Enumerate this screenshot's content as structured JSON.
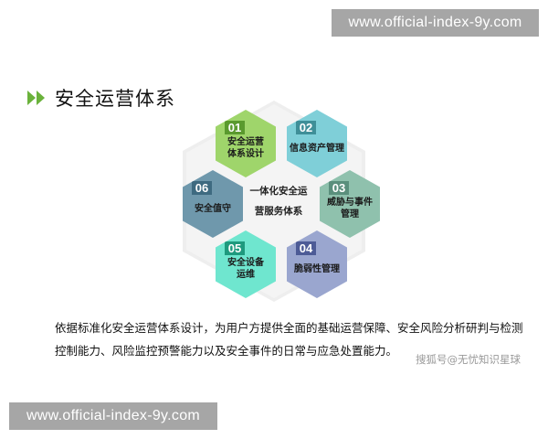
{
  "watermarks": {
    "top": "www.official-index-9y.com",
    "bottom": "www.official-index-9y.com"
  },
  "section": {
    "icon": "double-chevron-right-icon",
    "title": "安全运营体系"
  },
  "diagram": {
    "center": [
      "一体化安全运",
      "营服务体系"
    ],
    "items": [
      {
        "num": "01",
        "lines": [
          "安全运营",
          "体系设计"
        ],
        "color": "#9fd56b",
        "tab": "#5a9a2e"
      },
      {
        "num": "02",
        "lines": [
          "信息资产管理"
        ],
        "color": "#7fcfd8",
        "tab": "#3f8f98"
      },
      {
        "num": "03",
        "lines": [
          "威胁与事件",
          "管理"
        ],
        "color": "#8fc1ad",
        "tab": "#5a8f7c"
      },
      {
        "num": "04",
        "lines": [
          "脆弱性管理"
        ],
        "color": "#9aa6cf",
        "tab": "#4d5b96"
      },
      {
        "num": "05",
        "lines": [
          "安全设备",
          "运维"
        ],
        "color": "#6fe6cf",
        "tab": "#1e9a7e"
      },
      {
        "num": "06",
        "lines": [
          "安全值守"
        ],
        "color": "#6f98ac",
        "tab": "#3e6a80"
      }
    ]
  },
  "description": "依据标准化安全运营体系设计，为用户方提供全面的基础运营保障、安全风险分析研判与检测控制能力、风险监控预警能力以及安全事件的日常与应急处置能力。",
  "source": "搜狐号@无忧知识星球"
}
